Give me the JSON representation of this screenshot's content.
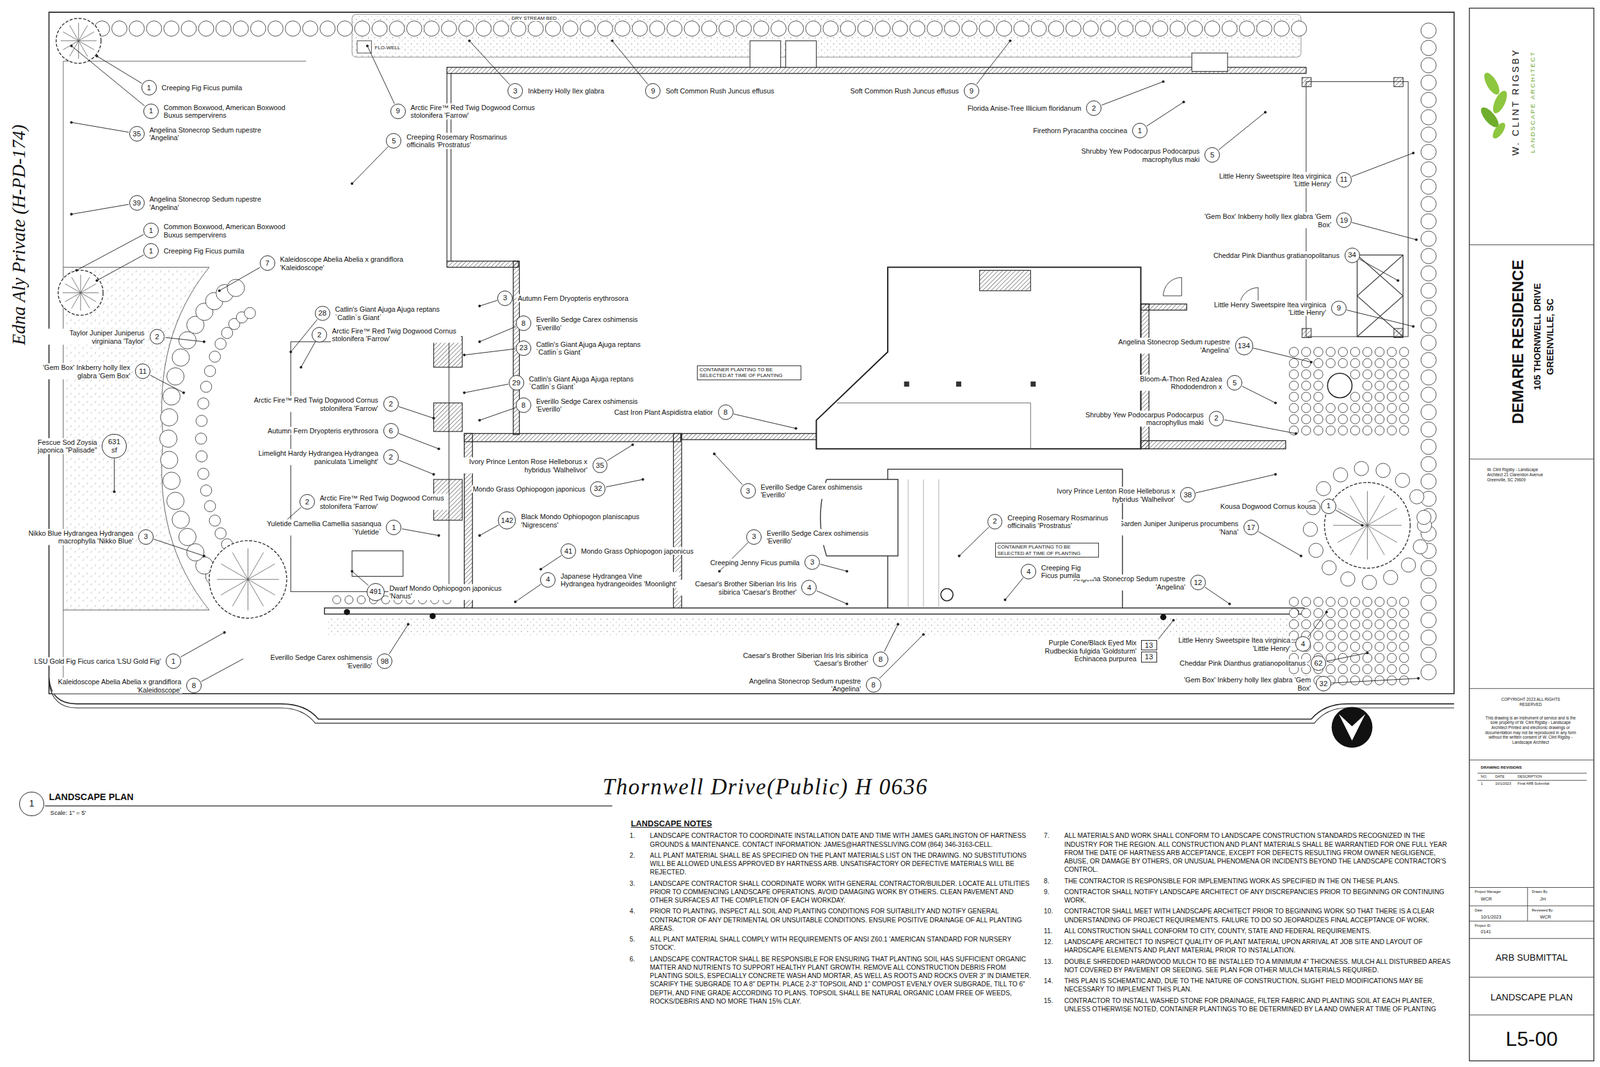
{
  "diagram": {
    "title": "LANDSCAPE PLAN",
    "nodes": [
      {
        "text": [
          "1",
          "Creeping Fig Ficus pumila"
        ]
      },
      {
        "text": [
          "1",
          "Common Boxwood, American Boxwood Buxus sempervirens"
        ]
      },
      {
        "text": [
          "35",
          "Angelina Stonecrop Sedum rupestre 'Angelina'"
        ]
      },
      {
        "text": [
          "39",
          "Angelina Stonecrop Sedum rupestre 'Angelina'"
        ]
      },
      {
        "text": [
          "1",
          "Common Boxwood, American Boxwood Buxus sempervirens"
        ]
      },
      {
        "text": [
          "1",
          "Creeping Fig Ficus pumila"
        ]
      },
      {
        "text": [
          "7",
          "Kaleidoscope Abelia Abelia x grandiflora 'Kaleidoscope'"
        ]
      },
      {
        "text": [
          "9",
          "Arctic Fire™ Red Twig Dogwood Cornus stolonifera 'Farrow'"
        ]
      },
      {
        "text": [
          "5",
          "Creeping Rosemary Rosmarinus officinalis 'Prostratus'"
        ]
      },
      {
        "text": [
          "3",
          "Inkberry Holly Ilex glabra"
        ]
      },
      {
        "text": [
          "9",
          "Soft Common Rush Juncus effusus"
        ]
      },
      {
        "text": [
          "9",
          "Soft Common Rush Juncus effusus"
        ]
      },
      {
        "text": [
          "2",
          "Florida Anise-Tree Illicium floridanum"
        ]
      },
      {
        "text": [
          "1",
          "Firethorn Pyracantha coccinea"
        ]
      },
      {
        "text": [
          "5",
          "Shrubby Yew Podocarpus Podocarpus macrophyllus maki"
        ]
      },
      {
        "text": [
          "11",
          "Little Henry Sweetspire Itea virginica 'Little Henry'"
        ]
      },
      {
        "text": [
          "19",
          "'Gem Box' Inkberry holly Ilex glabra 'Gem Box'"
        ]
      },
      {
        "text": [
          "34",
          "Cheddar Pink Dianthus gratianopolitanus"
        ]
      },
      {
        "text": [
          "9",
          "Little Henry Sweetspire Itea virginica 'Little Henry'"
        ]
      },
      {
        "text": [
          "134",
          "Angelina Stonecrop Sedum rupestre 'Angelina'"
        ]
      },
      {
        "text": [
          "5",
          "Bloom-A-Thon Red Azalea Rhododendron x"
        ]
      },
      {
        "text": [
          "2",
          "Shrubby Yew Podocarpus Podocarpus macrophyllus maki"
        ]
      },
      {
        "text": [
          "38",
          "Ivory Prince Lenton Rose Helleborus x hybridus 'Walhelivor'"
        ]
      },
      {
        "text": [
          "1",
          "Kousa Dogwood Cornus kousa"
        ]
      },
      {
        "text": [
          "17",
          "Garden Juniper Juniperus procumbens 'Nana'"
        ]
      },
      {
        "text": [
          "12",
          "Angelina Stonecrop Sedum rupestre 'Angelina'"
        ]
      },
      {
        "text": [
          "4",
          "Little Henry Sweetspire Itea virginica 'Little Henry'"
        ]
      },
      {
        "text": [
          "62",
          "Cheddar Pink Dianthus gratianopolitanus"
        ]
      },
      {
        "text": [
          "32",
          "'Gem Box' Inkberry holly Ilex glabra 'Gem Box'"
        ]
      },
      {
        "text": [
          "2",
          "Taylor Juniper Juniperus virginiana 'Taylor'"
        ]
      },
      {
        "text": [
          "11",
          "'Gem Box' Inkberry holly Ilex glabra 'Gem Box'"
        ]
      },
      {
        "text": [
          "28",
          "Catlin's Giant Ajuga Ajuga reptans `Catlin`s Giant`"
        ]
      },
      {
        "text": [
          "2",
          "Arctic Fire™ Red Twig Dogwood Cornus stolonifera 'Farrow'"
        ]
      },
      {
        "text": [
          "2",
          "Arctic Fire™ Red Twig Dogwood Cornus stolonifera 'Farrow'"
        ]
      },
      {
        "text": [
          "6",
          "Autumn Fern Dryopteris erythrosora"
        ]
      },
      {
        "text": [
          "2",
          "Limelight Hardy Hydrangea Hydrangea paniculata 'Limelight'"
        ]
      },
      {
        "text": [
          "2",
          "Arctic Fire™ Red Twig Dogwood Cornus stolonifera 'Farrow'"
        ]
      },
      {
        "text": [
          "1",
          "Yuletide Camellia Camellia sasanqua `Yuletide`"
        ]
      },
      {
        "text": [
          "3",
          "Nikko Blue Hydrangea Hydrangea macrophylla 'Nikko Blue'"
        ]
      },
      {
        "text": [
          "631 sf",
          "Fescue Sod Zoysia japonica \"Palisade\""
        ]
      },
      {
        "text": [
          "491",
          "Dwarf Mondo Ophiopogon japonicus 'Nanus'"
        ]
      },
      {
        "text": [
          "1",
          "LSU Gold Fig Ficus carica 'LSU Gold Fig'"
        ]
      },
      {
        "text": [
          "8",
          "Kaleidoscope Abelia Abelia x grandiflora 'Kaleidoscope'"
        ]
      },
      {
        "text": [
          "98",
          "Everillo Sedge Carex oshimensis 'Everillo'"
        ]
      },
      {
        "text": [
          "3",
          "Autumn Fern Dryopteris erythrosora"
        ]
      },
      {
        "text": [
          "8",
          "Everillo Sedge Carex oshimensis 'Everillo'"
        ]
      },
      {
        "text": [
          "23",
          "Catlin's Giant Ajuga Ajuga reptans `Catlin`s Giant`"
        ]
      },
      {
        "text": [
          "29",
          "Catlin's Giant Ajuga Ajuga reptans `Catlin`s Giant`"
        ]
      },
      {
        "text": [
          "8",
          "Everillo Sedge Carex oshimensis 'Everillo'"
        ]
      },
      {
        "text": [
          "8",
          "Cast Iron Plant Aspidistra elatior"
        ]
      },
      {
        "text": [
          "35",
          "Ivory Prince Lenton Rose Helleborus x hybridus 'Walhelivor'"
        ]
      },
      {
        "text": [
          "32",
          "Mondo Grass Ophiopogon japonicus"
        ]
      },
      {
        "text": [
          "142",
          "Black Mondo Ophiopogon planiscapus 'Nigrescens'"
        ]
      },
      {
        "text": [
          "41",
          "Mondo Grass Ophiopogon japonicus"
        ]
      },
      {
        "text": [
          "4",
          "Japanese Hydrangea Vine Hydrangea hydrangeoides 'Moonlight'"
        ]
      },
      {
        "text": [
          "3",
          "Everillo Sedge Carex oshimensis 'Everillo'"
        ]
      },
      {
        "text": [
          "3",
          "Everillo Sedge Carex oshimensis 'Everillo'"
        ]
      },
      {
        "text": [
          "3",
          "Creeping Jenny Ficus pumila"
        ]
      },
      {
        "text": [
          "4",
          "Caesar's Brother Siberian Iris Iris sibirica 'Caesar's Brother'"
        ]
      },
      {
        "text": [
          "2",
          "Creeping Rosemary Rosmarinus officinalis 'Prostratus'"
        ]
      },
      {
        "text": [
          "4",
          "Creeping Fig Ficus pumila"
        ]
      },
      {
        "text": [
          "8",
          "Caesar's Brother Siberian Iris Iris sibirica 'Caesar's Brother'"
        ]
      },
      {
        "text": [
          "8",
          "Angelina Stonecrop Sedum rupestre 'Angelina'"
        ]
      },
      {
        "text": [
          "13",
          "13",
          "Purple Cone/Black Eyed Mix Rudbeckia fulgida 'Goldsturm' Echinacea purpurea"
        ]
      },
      {
        "text": [
          "1"
        ]
      }
    ],
    "labels": [
      "DRY STREAM BED",
      "FLO-WELL",
      "Edna Aly Private (H-PD-174)",
      "Thornwell Drive(Public) H 0636",
      "CONTAINER PLANTING TO BE SELECTED AT TIME OF PLANTING",
      "CONTAINER PLANTING TO BE SELECTED AT TIME OF PLANTING",
      "Scale: 1\" = 5'",
      "LANDSCAPE NOTES",
      "1.",
      "LANDSCAPE CONTRACTOR TO COORDINATE INSTALLATION DATE AND TIME WITH JAMES GARLINGTON OF HARTNESS GROUNDS & MAINTENANCE. CONTACT INFORMATION: JAMES@HARTNESSLIVING.COM (864) 346-3163-CELL.",
      "2.",
      "ALL PLANT MATERIAL SHALL BE AS SPECIFIED ON THE PLANT MATERIALS LIST ON THE DRAWING. NO SUBSTITUTIONS WILL BE ALLOWED UNLESS APPROVED BY HARTNESS ARB. UNSATISFACTORY OR DEFECTIVE MATERIALS WILL BE REJECTED.",
      "3.",
      "LANDSCAPE CONTRACTOR SHALL COORDINATE WORK WITH GENERAL CONTRACTOR/BUILDER. LOCATE ALL UTILITIES PRIOR TO COMMENCING LANDSCAPE OPERATIONS. AVOID DAMAGING WORK BY OTHERS. CLEAN PAVEMENT AND OTHER SURFACES AT THE COMPLETION OF EACH WORKDAY.",
      "4.",
      "PRIOR TO PLANTING, INSPECT ALL SOIL AND PLANTING CONDITIONS FOR SUITABILITY AND NOTIFY GENERAL CONTRACTOR OF ANY DETRIMENTAL OR UNSUITABLE CONDITIONS. ENSURE POSITIVE DRAINAGE OF ALL PLANTING AREAS.",
      "5.",
      "ALL PLANT MATERIAL SHALL COMPLY WITH REQUIREMENTS OF ANSI Z60.1 'AMERICAN STANDARD FOR NURSERY STOCK'.",
      "6.",
      "LANDSCAPE CONTRACTOR SHALL BE RESPONSIBLE FOR ENSURING THAT PLANTING SOIL HAS SUFFICIENT ORGANIC MATTER AND NUTRIENTS TO SUPPORT HEALTHY PLANT GROWTH. REMOVE ALL CONSTRUCTION DEBRIS FROM PLANTING SOILS, ESPECIALLY CONCRETE WASH AND MORTAR, AS WELL AS ROOTS AND ROCKS OVER 3\" IN DIAMETER. SCARIFY THE SUBGRADE TO A 8\" DEPTH. PLACE 2-3\" TOPSOIL AND 1\" COMPOST EVENLY OVER SUBGRADE, TILL TO 6\" DEPTH, AND FINE GRADE ACCORDING TO PLANS. TOPSOIL SHALL BE NATURAL ORGANIC LOAM FREE OF WEEDS, ROCKS/DEBRIS AND NO MORE THAN 15% CLAY.",
      "7.",
      "ALL MATERIALS AND WORK SHALL CONFORM TO LANDSCAPE CONSTRUCTION STANDARDS RECOGNIZED IN THE INDUSTRY FOR THE REGION. ALL CONSTRUCTION AND PLANT MATERIALS SHALL BE WARRANTIED FOR ONE FULL YEAR FROM THE DATE OF HARTNESS ARB ACCEPTANCE, EXCEPT FOR DEFECTS RESULTING FROM OWNER NEGLIGENCE, ABUSE, OR DAMAGE BY OTHERS, OR UNUSUAL PHENOMENA OR INCIDENTS BEYOND THE LANDSCAPE CONTRACTOR'S CONTROL.",
      "8.",
      "THE CONTRACTOR IS RESPONSIBLE FOR IMPLEMENTING WORK AS SPECIFIED IN THE ON THESE PLANS.",
      "9.",
      "CONTRACTOR SHALL NOTIFY LANDSCAPE ARCHITECT OF ANY DISCREPANCIES PRIOR TO BEGINNING OR CONTINUING WORK.",
      "10.",
      "CONTRACTOR SHALL MEET WITH LANDSCAPE ARCHITECT PRIOR TO BEGINNING WORK SO THAT THERE IS A CLEAR UNDERSTANDING OF PROJECT REQUIREMENTS. FAILURE TO DO SO JEOPARDIZES FINAL ACCEPTANCE OF WORK.",
      "11.",
      "ALL CONSTRUCTION SHALL CONFORM TO CITY, COUNTY, STATE AND FEDERAL REQUIREMENTS.",
      "12.",
      "LANDSCAPE ARCHITECT TO INSPECT QUALITY OF PLANT MATERIAL UPON ARRIVAL AT JOB SITE AND LAYOUT OF HARDSCAPE ELEMENTS AND PLANT MATERIAL PRIOR TO INSTALLATION.",
      "13.",
      "DOUBLE SHREDDED HARDWOOD MULCH TO BE INSTALLED TO A MINIMUM 4\" THICKNESS. MULCH ALL DISTURBED AREAS NOT COVERED BY PAVEMENT OR SEEDING. SEE PLAN FOR OTHER MULCH MATERIALS REQUIRED.",
      "14.",
      "THIS PLAN IS SCHEMATIC AND, DUE TO THE NATURE OF CONSTRUCTION, SLIGHT FIELD MODIFICATIONS MAY BE NECESSARY TO IMPLEMENT THIS PLAN.",
      "15.",
      "CONTRACTOR TO INSTALL WASHED STONE FOR DRAINAGE, FILTER FABRIC AND PLANTING SOIL AT EACH PLANTER, UNLESS OTHERWISE NOTED, CONTAINER PLANTINGS TO BE DETERMINED BY LA AND OWNER AT TIME OF PLANTING",
      "W. CLINT RIGSBY",
      "LANDSCAPE ARCHITECT",
      "DEMARIE RESIDENCE",
      "105 THORNWELL DRIVE",
      "GREENVILLE, SC",
      "W. Clint Rigsby - Landscape Architect 21 Clarendon Avenue Greenville, SC 29609",
      "COPYRIGHT 2023 ALL RIGHTS RESERVED",
      "This drawing is an instrument of service and is the sole property of W. Clint Rigsby - Landscape Architect Printed and electronic drawings or documentation may not be reproduced in any form without the written consent of W. Clint Rigsby - Landscape Architect",
      "DRAWING REVISIONS",
      "NO.",
      "DATE",
      "DESCRIPTION",
      "1",
      "10/1/2023",
      "Final ARB Submittal",
      "Project Manager",
      "WCR",
      "Drawn By",
      "JH",
      "Date",
      "10/1/2023",
      "Reviewed By",
      "WCR",
      "Project ID",
      "0141",
      "ARB SUBMITTAL",
      "LANDSCAPE PLAN",
      "L5-00"
    ]
  }
}
